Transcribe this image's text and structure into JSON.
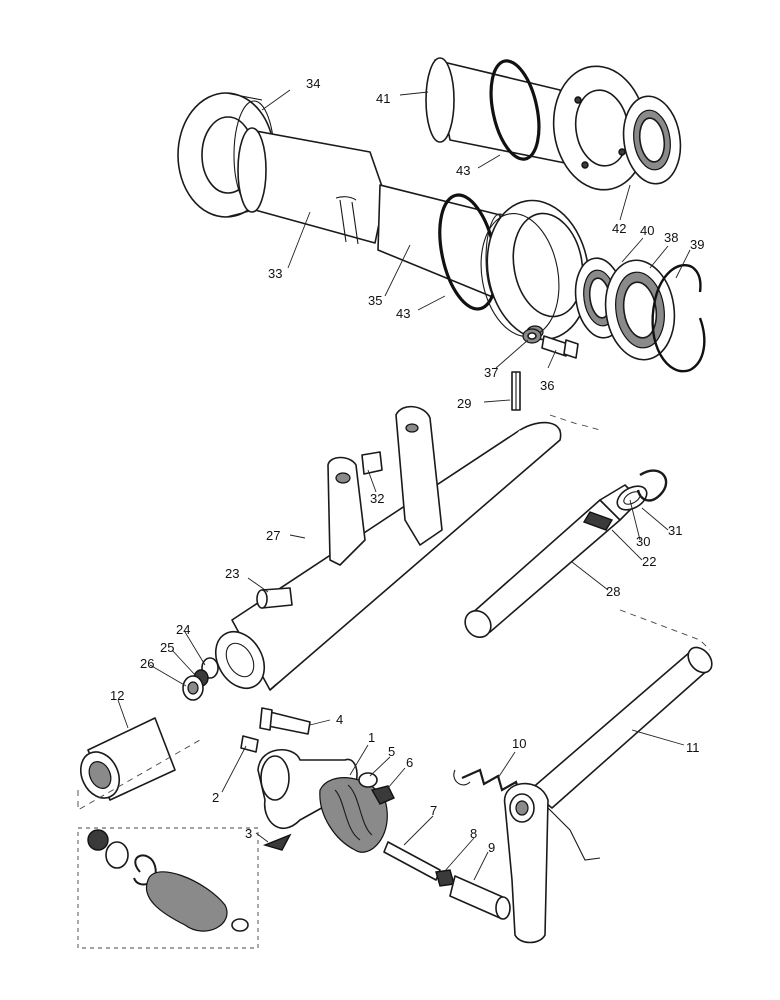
{
  "callouts": {
    "p1": "1",
    "p2": "2",
    "p3": "3",
    "p4": "4",
    "p5": "5",
    "p6": "6",
    "p7": "7",
    "p8": "8",
    "p9": "9",
    "p10": "10",
    "p11": "11",
    "p12": "12",
    "p22": "22",
    "p23": "23",
    "p24": "24",
    "p25": "25",
    "p26": "26",
    "p27": "27",
    "p28": "28",
    "p29": "29",
    "p30": "30",
    "p31": "31",
    "p32": "32",
    "p33": "33",
    "p34": "34",
    "p35": "35",
    "p36": "36",
    "p37": "37",
    "p38": "38",
    "p39": "39",
    "p40": "40",
    "p41": "41",
    "p42": "42",
    "p43a": "43",
    "p43b": "43"
  }
}
